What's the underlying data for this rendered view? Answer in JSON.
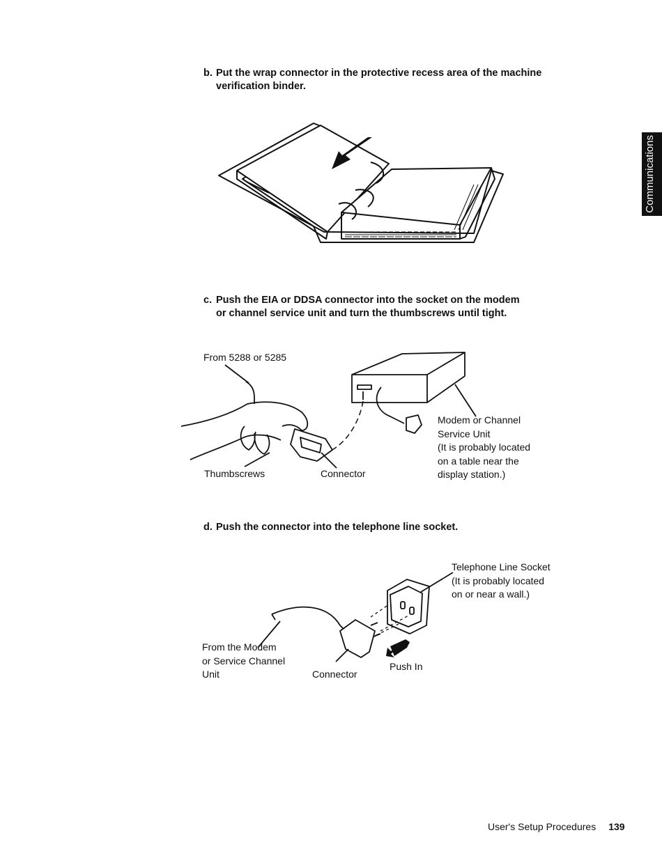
{
  "steps": {
    "b": {
      "letter": "b.",
      "lines": [
        "Put the wrap connector in the protective recess area of the machine",
        "verification binder."
      ]
    },
    "c": {
      "letter": "c.",
      "lines": [
        "Push the EIA or DDSA connector into the socket on the modem",
        "or channel service unit and turn the thumbscrews until tight."
      ]
    },
    "d": {
      "letter": "d.",
      "lines": [
        "Push the connector into the telephone line socket."
      ]
    }
  },
  "figure_c": {
    "from_label": "From 5288 or 5285",
    "thumbscrews_label": "Thumbscrews",
    "connector_label": "Connector",
    "modem_label": [
      "Modem or Channel",
      "Service Unit",
      "(It is probably located",
      "on a table near the",
      "display station.)"
    ]
  },
  "figure_d": {
    "socket_label": [
      "Telephone Line Socket",
      "(It is probably located",
      "on or near a wall.)"
    ],
    "from_label": [
      "From the Modem",
      "or Service Channel",
      "Unit"
    ],
    "connector_label": "Connector",
    "push_label": "Push In"
  },
  "side_tab": {
    "label": "Communications"
  },
  "footer": {
    "section": "User's Setup Procedures",
    "page": "139"
  }
}
